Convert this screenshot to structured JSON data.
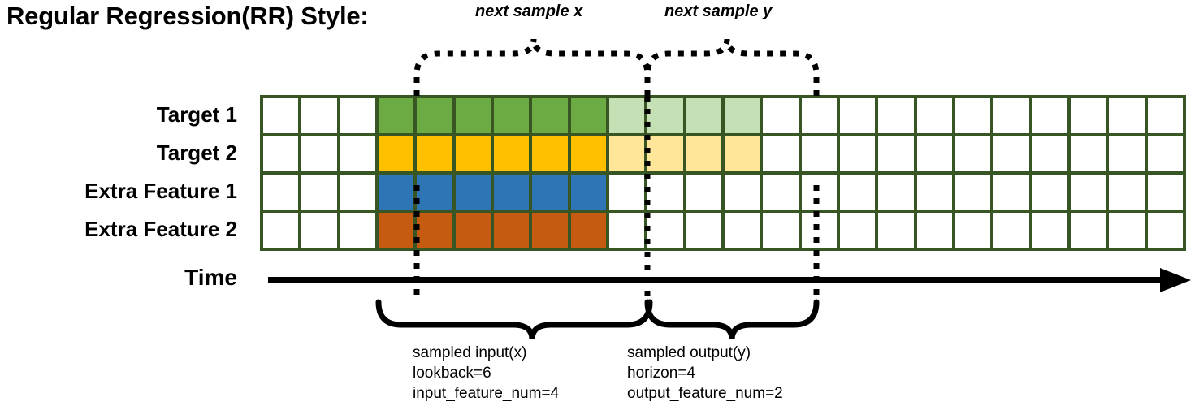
{
  "title": "Regular Regression(RR) Style:",
  "top_annotations": [
    {
      "id": "next-sample-x",
      "label": "next sample x"
    },
    {
      "id": "next-sample-y",
      "label": "next sample y"
    }
  ],
  "rows": [
    {
      "name": "target-1",
      "label": "Target 1",
      "fill_solid": "#6CAA44",
      "fill_light": "#C5E0B4",
      "has_light": true
    },
    {
      "name": "target-2",
      "label": "Target 2",
      "fill_solid": "#FFC000",
      "fill_light": "#FFE699",
      "has_light": true
    },
    {
      "name": "extra-feature-1",
      "label": "Extra Feature 1",
      "fill_solid": "#2E75B6",
      "fill_light": "#FFFFFF",
      "has_light": false
    },
    {
      "name": "extra-feature-2",
      "label": "Extra Feature 2",
      "fill_solid": "#C55A11",
      "fill_light": "#FFFFFF",
      "has_light": false
    }
  ],
  "grid": {
    "columns": 24,
    "rows": 4,
    "lead_blank_cols": 3,
    "input_cols": 6,
    "output_cols": 4,
    "trail_blank_cols": 11,
    "border_color": "#375623",
    "empty_color": "#FFFFFF"
  },
  "time_axis": {
    "label": "Time"
  },
  "bottom_annotations": [
    {
      "id": "sampled-input",
      "lines": [
        "sampled input(x)",
        "lookback=6",
        "input_feature_num=4"
      ],
      "line1": "sampled input(x)",
      "line2": "lookback=6",
      "line3": "input_feature_num=4"
    },
    {
      "id": "sampled-output",
      "lines": [
        "sampled output(y)",
        "horizon=4",
        "output_feature_num=2"
      ],
      "line1": "sampled output(y)",
      "line2": "horizon=4",
      "line3": "output_feature_num=2"
    }
  ],
  "colors": {
    "grid_border": "#375623",
    "target1_solid": "#6CAA44",
    "target1_light": "#C5E0B4",
    "target2_solid": "#FFC000",
    "target2_light": "#FFE699",
    "extra1_solid": "#2E75B6",
    "extra2_solid": "#C55A11",
    "line_black": "#000000"
  }
}
